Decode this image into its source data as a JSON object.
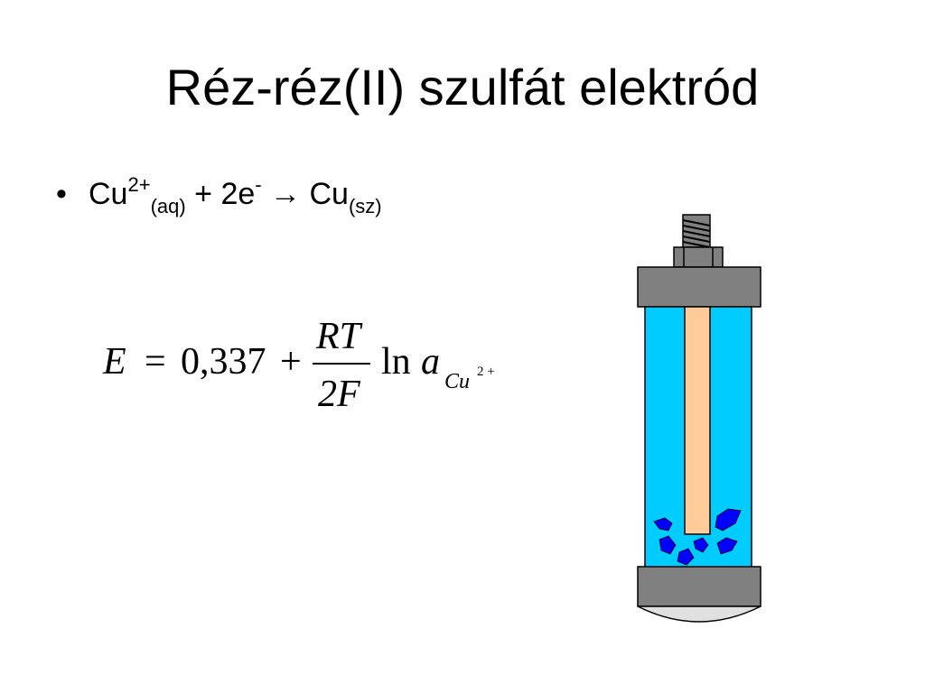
{
  "title": "Réz-réz(II) szulfát elektród",
  "bullet": {
    "marker": "•",
    "species_left": "Cu",
    "charge_left": "2+",
    "state_left": "(aq)",
    "plus": "+ 2e",
    "electron_charge": "-",
    "arrow": "→",
    "species_right": "Cu",
    "state_right": "(sz)"
  },
  "equation": {
    "lhs": "E",
    "equals": "=",
    "constant": "0,337",
    "plus": "+",
    "numerator": "RT",
    "denominator": "2F",
    "log": "ln",
    "activity": "a",
    "subscript": "Cu",
    "subscript_charge": "2 +"
  },
  "electrode_colors": {
    "solution": "#00CCFF",
    "copper_rod": "#FFCC99",
    "cap": "#808080",
    "crystals": "#0000FF"
  }
}
